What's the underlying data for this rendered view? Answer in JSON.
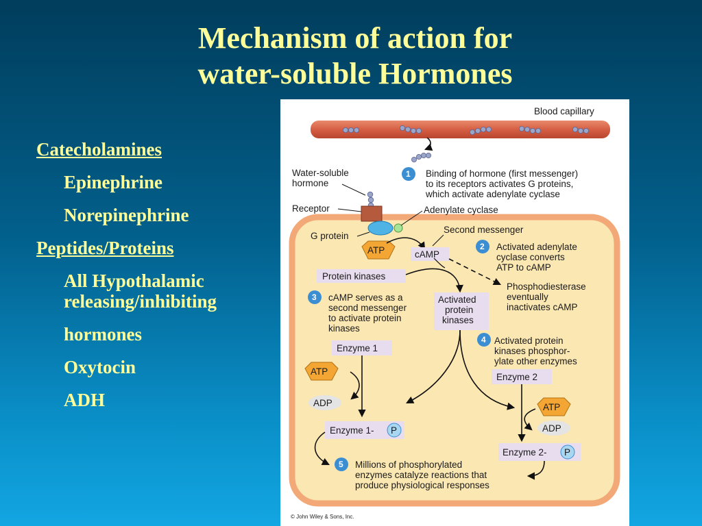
{
  "slide": {
    "title_line1": "Mechanism of action for",
    "title_line2": "water-soluble Hormones"
  },
  "list": {
    "catecholamines": "Catecholamines",
    "epinephrine": "Epinephrine",
    "norepinephrine": "Norepinephrine",
    "peptides": "Peptides/Proteins",
    "hypothalamic_1": "All Hypothalamic",
    "hypothalamic_2": "releasing/inhibiting",
    "hormones": "hormones",
    "oxytocin": "Oxytocin",
    "adh": "ADH"
  },
  "diagram": {
    "blood_capillary": "Blood capillary",
    "water_soluble_1": "Water-soluble",
    "water_soluble_2": "hormone",
    "receptor": "Receptor",
    "g_protein": "G protein",
    "adenylate_cyclase": "Adenylate cyclase",
    "second_messenger": "Second messenger",
    "atp": "ATP",
    "camp": "cAMP",
    "protein_kinases": "Protein kinases",
    "activated_kinases_1": "Activated",
    "activated_kinases_2": "protein",
    "activated_kinases_3": "kinases",
    "phosphodiesterase_1": "Phosphodiesterase",
    "phosphodiesterase_2": "eventually",
    "phosphodiesterase_3": "inactivates cAMP",
    "enzyme1": "Enzyme 1",
    "enzyme2": "Enzyme 2",
    "adp": "ADP",
    "enzyme1p": "Enzyme 1-",
    "enzyme2p": "Enzyme 2-",
    "p": "P",
    "step1_num": "1",
    "step1_1": "Binding of hormone (first messenger)",
    "step1_2": "to its receptors activates G proteins,",
    "step1_3": "which activate adenylate cyclase",
    "step2_num": "2",
    "step2_1": "Activated adenylate",
    "step2_2": "cyclase converts",
    "step2_3": "ATP to cAMP",
    "step3_num": "3",
    "step3_1": "cAMP serves as a",
    "step3_2": "second messenger",
    "step3_3": "to activate protein",
    "step3_4": "kinases",
    "step4_num": "4",
    "step4_1": "Activated protein",
    "step4_2": "kinases phosphor-",
    "step4_3": "ylate other enzymes",
    "step5_num": "5",
    "step5_1": "Millions of phosphorylated",
    "step5_2": "enzymes catalyze reactions that",
    "step5_3": "produce physiological responses",
    "copyright": "© John Wiley & Sons, Inc.",
    "colors": {
      "cell_fill": "#fbe7b2",
      "cell_border": "#f3a878",
      "capillary": "#d8654a",
      "label_box": "#e8dcef",
      "step_circle": "#3c8ed3",
      "atp_fill": "#f4a634"
    }
  }
}
